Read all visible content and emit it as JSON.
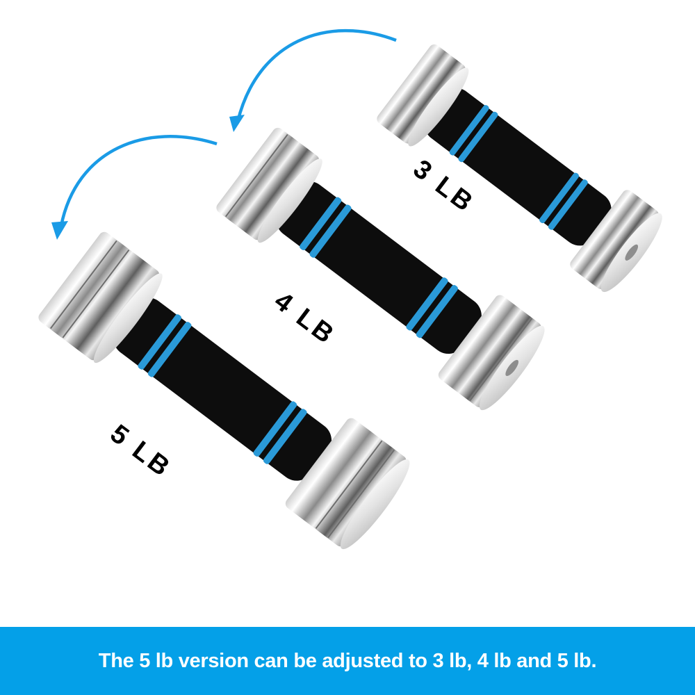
{
  "product": {
    "dumbbells": [
      {
        "id": "3lb",
        "label": "3 LB"
      },
      {
        "id": "4lb",
        "label": "4 LB"
      },
      {
        "id": "5lb",
        "label": "5 LB"
      }
    ]
  },
  "colors": {
    "accent_blue": "#04a0e8",
    "arrow_blue": "#1a9be6",
    "grip_black": "#0d0d0d",
    "grip_ring_blue": "#2a9ad8",
    "chrome_light": "#f2f2f2",
    "chrome_dark": "#7a7a7a",
    "background": "#ffffff"
  },
  "annotations": {
    "arrows": [
      {
        "from": "3lb",
        "to": "4lb",
        "icon": "curved-arrow-left"
      },
      {
        "from": "4lb",
        "to": "5lb",
        "icon": "curved-arrow-left"
      }
    ]
  },
  "banner": {
    "text": "The 5 lb version can be adjusted to 3 lb, 4 lb and 5 lb."
  }
}
